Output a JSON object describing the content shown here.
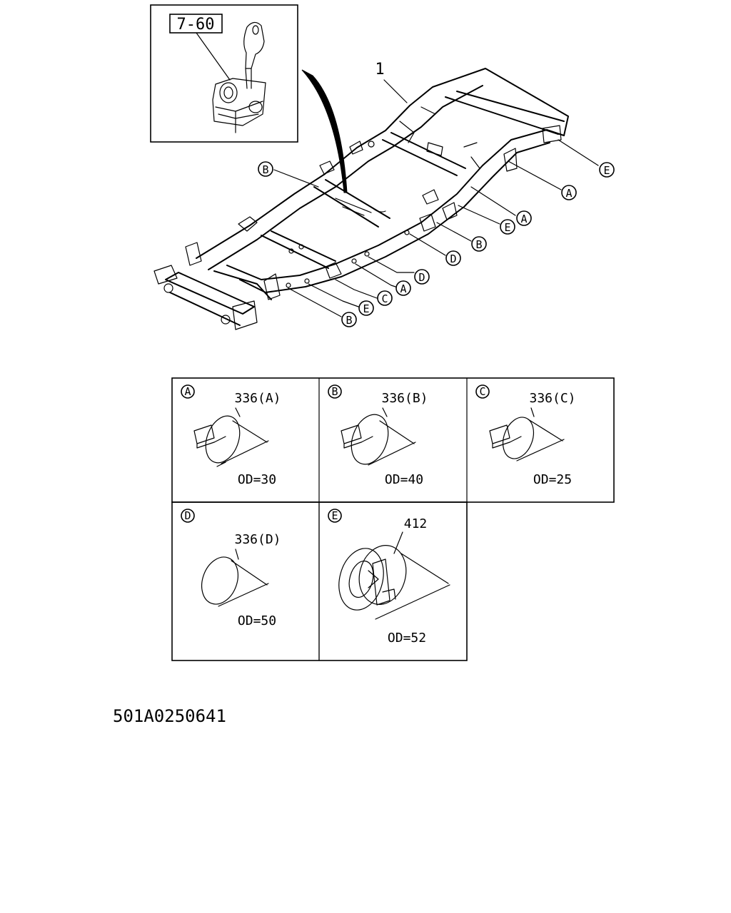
{
  "diagram": {
    "ref_box_label": "7-60",
    "frame_part_number": "1",
    "callouts": [
      "E",
      "A",
      "A",
      "E",
      "B",
      "D",
      "B",
      "D",
      "A",
      "C",
      "E",
      "B"
    ],
    "details": [
      {
        "letter": "A",
        "part": "336(A)",
        "od": "OD=30"
      },
      {
        "letter": "B",
        "part": "336(B)",
        "od": "OD=40"
      },
      {
        "letter": "C",
        "part": "336(C)",
        "od": "OD=25"
      },
      {
        "letter": "D",
        "part": "336(D)",
        "od": "OD=50"
      },
      {
        "letter": "E",
        "part": "412",
        "od": "OD=52"
      }
    ],
    "drawing_code": "501A0250641"
  }
}
